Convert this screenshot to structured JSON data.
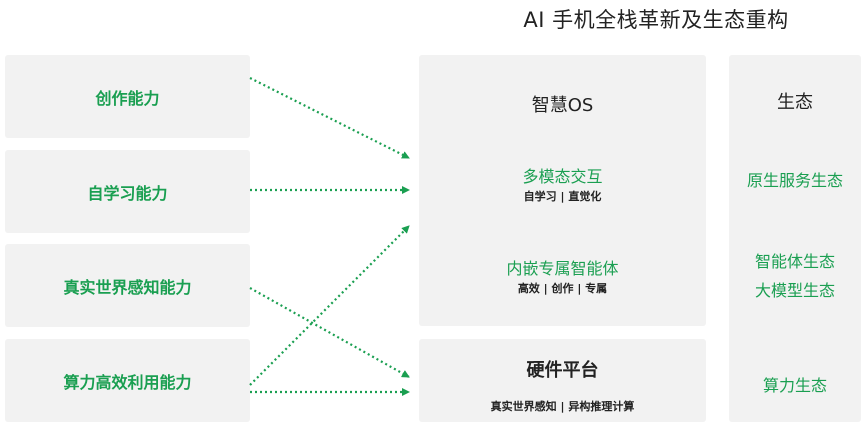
{
  "title": "AI 手机全栈革新及生态重构",
  "capabilities": [
    "创作能力",
    "自学习能力",
    "真实世界感知能力",
    "算力高效利用能力"
  ],
  "os": {
    "heading": "智慧OS",
    "items": [
      {
        "label": "多模态交互",
        "sub": "自学习 | 直觉化"
      },
      {
        "label": "内嵌专属智能体",
        "sub": "高效 | 创作 | 专属"
      }
    ]
  },
  "hardware": {
    "heading": "硬件平台",
    "sub": "真实世界感知 | 异构推理计算"
  },
  "ecosystem": {
    "heading": "生态",
    "items": [
      "原生服务生态",
      "智能体生态",
      "大模型生态",
      "算力生态"
    ]
  },
  "colors": {
    "accent_green": "#1a9f51",
    "box_gray": "#f2f2f2",
    "text_dark": "#222222"
  }
}
